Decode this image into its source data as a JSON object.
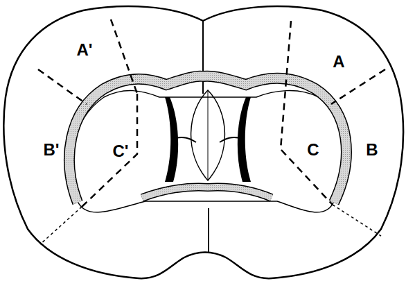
{
  "diagram": {
    "labels": [
      "A'",
      "A",
      "B'",
      "C'",
      "C",
      "B"
    ]
  }
}
